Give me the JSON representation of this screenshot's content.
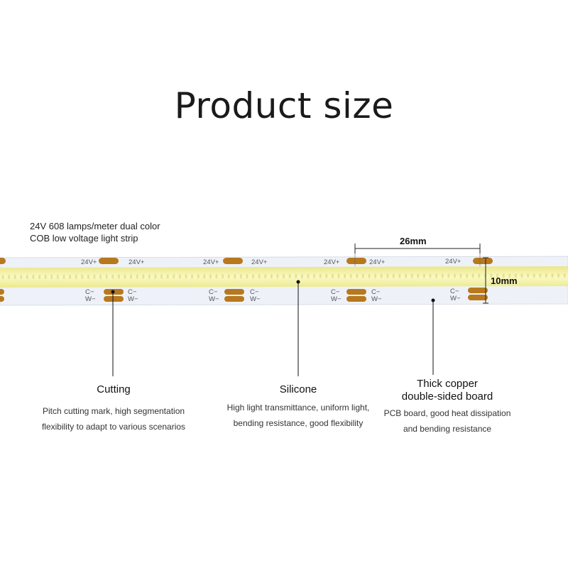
{
  "title": "Product size",
  "product_description": [
    "24V 608 lamps/meter dual color",
    "COB low voltage light strip"
  ],
  "strip_marks": {
    "voltage_label": "24V+",
    "cold_label": "C−",
    "warm_label": "W−"
  },
  "dimensions": {
    "width_label": "26mm",
    "height_label": "10mm"
  },
  "callouts": [
    {
      "title": [
        "Cutting"
      ],
      "body": [
        "Pitch cutting mark, high segmentation",
        "flexibility to adapt to various scenarios"
      ]
    },
    {
      "title": [
        "Silicone"
      ],
      "body": [
        "High light transmittance, uniform light,",
        "bending resistance, good flexibility"
      ]
    },
    {
      "title": [
        "Thick copper",
        "double-sided board"
      ],
      "body": [
        "PCB board, good heat dissipation",
        "and bending resistance"
      ]
    }
  ],
  "colors": {
    "led_band": "#f3f1a0",
    "pad_fill": "#b8781e",
    "pcb_white": "#eef2f8"
  }
}
